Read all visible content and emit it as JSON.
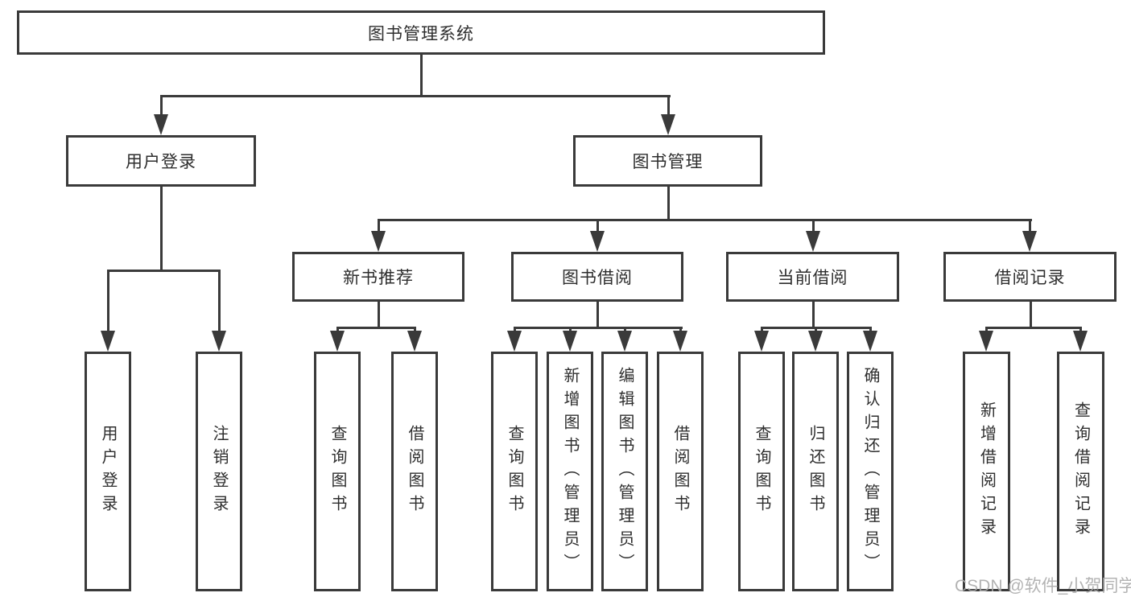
{
  "diagram": {
    "title": "图书管理系统",
    "level1": {
      "user_login": "用户登录",
      "book_mgmt": "图书管理"
    },
    "level2": {
      "new_book_rec": "新书推荐",
      "book_borrow": "图书借阅",
      "current_borrow": "当前借阅",
      "borrow_record": "借阅记录"
    },
    "level3": {
      "ul_login": "用户登录",
      "ul_logout": "注销登录",
      "nb_query": "查询图书",
      "nb_borrow": "借阅图书",
      "bb_query": "查询图书",
      "bb_add": "新增图书（管理员）",
      "bb_edit": "编辑图书（管理员）",
      "bb_borrow": "借阅图书",
      "cb_query": "查询图书",
      "cb_return": "归还图书",
      "cb_confirm": "确认归还（管理员）",
      "br_add": "新增借阅记录",
      "br_query": "查询借阅记录"
    },
    "line_color": "#3a3a3a",
    "text_color": "#2e2e2e",
    "background_color": "#ffffff"
  },
  "watermark": {
    "text": "CSDN @软件_小贺同学",
    "color": "#ababab"
  }
}
